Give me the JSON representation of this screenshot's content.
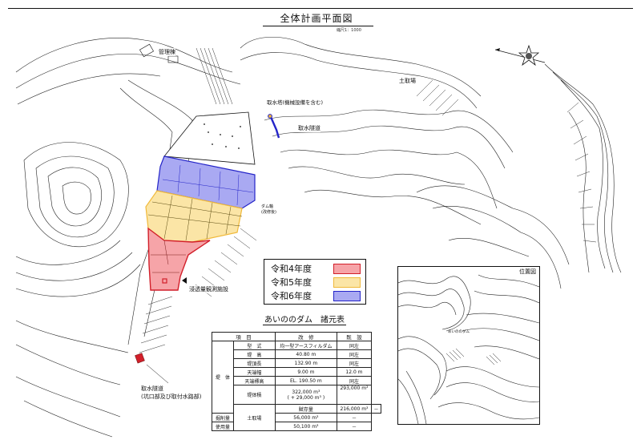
{
  "drawing": {
    "title": "全体計画平面図",
    "scale": "縮尺1：1000"
  },
  "map_labels": {
    "management_building": "管理棟",
    "intake_tower": "取水塔(機械設備を含む)",
    "intake_tunnel_top": "取水隧道",
    "borrow_pit": "土取場",
    "dam_axis": "ダム軸",
    "dam_axis_note": "(改修後)",
    "seepage_facility": "浸透量観測施設",
    "intake_tunnel_bottom": "取水隧道",
    "intake_tunnel_bottom_note": "(坑口部及び取付水路部)"
  },
  "legend": {
    "items": [
      {
        "label": "令和4年度",
        "fill": "#f6a4a8",
        "stroke": "#d21f2a"
      },
      {
        "label": "令和5年度",
        "fill": "#fbe5a6",
        "stroke": "#f0b93a"
      },
      {
        "label": "令和6年度",
        "fill": "#a9a9f2",
        "stroke": "#2424c8"
      }
    ]
  },
  "spec_table": {
    "title": "あいののダム　諸元表",
    "headers": [
      "項　目",
      "改　修",
      "既　設"
    ],
    "groups": [
      {
        "name": "堤　体",
        "rows": [
          {
            "item": "型　式",
            "renovated": "均一型アースフィルダム",
            "existing": "同左"
          },
          {
            "item": "堤　高",
            "renovated": "40.80 m",
            "existing": "同左"
          },
          {
            "item": "堤頂長",
            "renovated": "132.90 m",
            "existing": "同左"
          },
          {
            "item": "天端幅",
            "renovated": "9.00 m",
            "existing": "12.0 m"
          },
          {
            "item": "天端標高",
            "renovated": "EL. 190.50 m",
            "existing": "同左"
          },
          {
            "item": "堤体積",
            "renovated": "322,000 m³",
            "renovated_note": "( + 29,000 m³ )",
            "existing": "293,000 m³"
          }
        ]
      },
      {
        "name": "土取場",
        "rows": [
          {
            "item": "賦存量",
            "renovated": "216,000 m³",
            "existing": "－"
          },
          {
            "item": "掘削量",
            "renovated": "56,000 m³",
            "existing": "－"
          },
          {
            "item": "使用量",
            "renovated": "50,100 m³",
            "existing": "－"
          }
        ]
      }
    ]
  },
  "inset_map": {
    "title": "位置図",
    "dam_label": "あいののダム"
  },
  "compass": {
    "icon": "north-arrow-compass-icon"
  }
}
